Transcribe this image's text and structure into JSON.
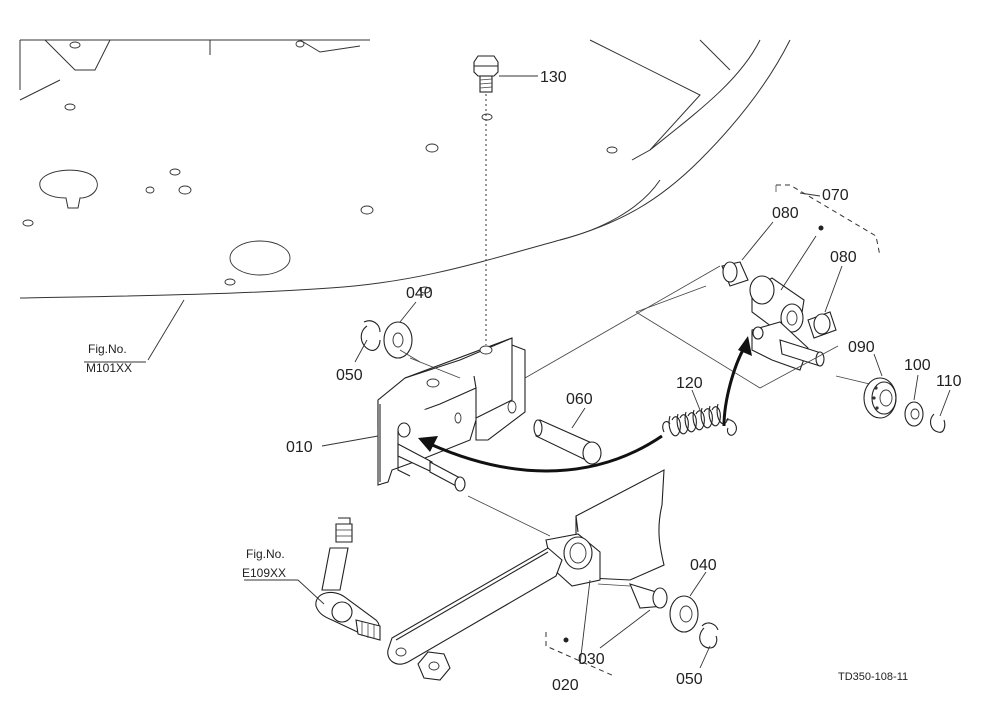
{
  "callouts": {
    "c130": "130",
    "c070": "070",
    "c080a": "080",
    "c080b": "080",
    "c090": "090",
    "c100": "100",
    "c110": "110",
    "c120": "120",
    "c040a": "040",
    "c050a": "050",
    "c060": "060",
    "c010": "010",
    "c040b": "040",
    "c050b": "050",
    "c030": "030",
    "c020": "020"
  },
  "references": {
    "m101": {
      "line1": "Fig.No.",
      "line2": "M101XX"
    },
    "e109": {
      "line1": "Fig.No.",
      "line2": "E109XX"
    }
  },
  "drawing_code": "TD350-108-11"
}
